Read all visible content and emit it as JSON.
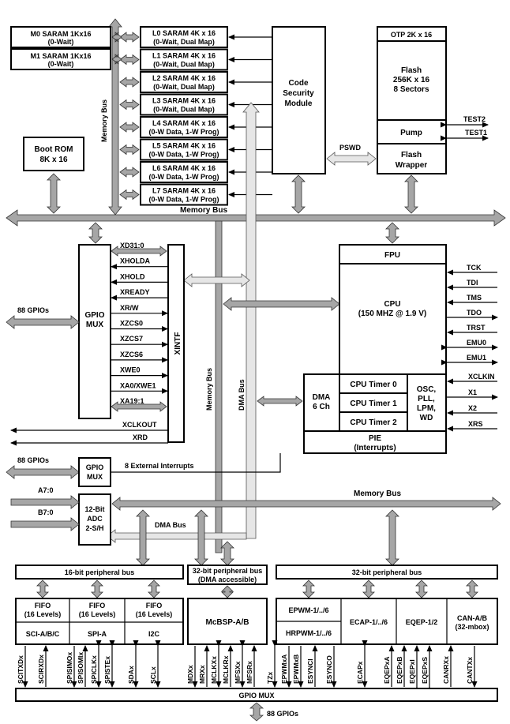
{
  "memory": {
    "m0": {
      "name": "M0 SARAM 1Kx16",
      "sub": "(0-Wait)"
    },
    "m1": {
      "name": "M1 SARAM 1Kx16",
      "sub": "(0-Wait)"
    },
    "l_blocks": [
      {
        "name": "L0 SARAM 4K x 16",
        "sub": "(0-Wait, Dual Map)"
      },
      {
        "name": "L1 SARAM 4K x 16",
        "sub": "(0-Wait, Dual Map)"
      },
      {
        "name": "L2 SARAM 4K x 16",
        "sub": "(0-Wait, Dual Map)"
      },
      {
        "name": "L3 SARAM 4K x 16",
        "sub": "(0-Wait, Dual Map)"
      },
      {
        "name": "L4 SARAM 4K x 16",
        "sub": "(0-W Data, 1-W Prog)"
      },
      {
        "name": "L5 SARAM 4K x 16",
        "sub": "(0-W Data, 1-W Prog)"
      },
      {
        "name": "L6 SARAM 4K x 16",
        "sub": "(0-W Data, 1-W Prog)"
      },
      {
        "name": "L7 SARAM 4K x 16",
        "sub": "(0-W Data, 1-W Prog)"
      }
    ],
    "boot_rom": {
      "name": "Boot ROM",
      "sub": "8K x 16"
    },
    "csm": {
      "line1": "Code",
      "line2": "Security",
      "line3": "Module"
    },
    "otp": "OTP 2K x 16",
    "flash": {
      "line1": "Flash",
      "line2": "256K x 16",
      "line3": "8 Sectors"
    },
    "pump": "Pump",
    "flash_wrapper": {
      "line1": "Flash",
      "line2": "Wrapper"
    },
    "pswd": "PSWD",
    "test2": "TEST2",
    "test1": "TEST1"
  },
  "buses": {
    "memory_bus": "Memory Bus",
    "dma_bus": "DMA Bus",
    "periph16": "16-bit peripheral bus",
    "periph32_dma": {
      "line1": "32-bit peripheral bus",
      "line2": "(DMA accessible)"
    },
    "periph32": "32-bit peripheral bus"
  },
  "gpio_mux": {
    "line1": "GPIO",
    "line2": "MUX"
  },
  "xintf": {
    "label": "XINTF",
    "signals": [
      "XD31:0",
      "XHOLDA",
      "XHOLD",
      "XREADY",
      "XR/W",
      "XZCS0",
      "XZCS7",
      "XZCS6",
      "XWE0",
      "XA0/XWE1",
      "XA19:1"
    ],
    "xclkout": "XCLKOUT",
    "xrd": "XRD"
  },
  "gpios": "88 GPIOs",
  "ext_interrupts": "8 External Interrupts",
  "cpu": {
    "fpu": "FPU",
    "line1": "CPU",
    "line2": "(150 MHZ @ 1.9 V)",
    "pins": [
      "TCK",
      "TDI",
      "TMS",
      "TDO",
      "TRST",
      "EMU0",
      "EMU1"
    ],
    "osc_pins": [
      "XCLKIN",
      "X1",
      "X2",
      "XRS"
    ],
    "timers": [
      "CPU Timer 0",
      "CPU Timer 1",
      "CPU Timer 2"
    ],
    "osc": {
      "line1": "OSC,",
      "line2": "PLL,",
      "line3": "LPM,",
      "line4": "WD"
    },
    "dma": {
      "line1": "DMA",
      "line2": "6 Ch"
    },
    "pie": {
      "line1": "PIE",
      "line2": "(Interrupts)"
    }
  },
  "adc": {
    "a_in": "A7:0",
    "b_in": "B7:0",
    "line1": "12-Bit",
    "line2": "ADC",
    "line3": "2-S/H"
  },
  "peripherals": {
    "fifo": {
      "line1": "FIFO",
      "line2": "(16 Levels)"
    },
    "sci": "SCI-A/B/C",
    "spi": "SPI-A",
    "i2c": "I2C",
    "mcbsp": "McBSP-A/B",
    "epwm": "EPWM-1/../6",
    "hrpwm": "HRPWM-1/../6",
    "ecap": "ECAP-1/../6",
    "eqep": "EQEP-1/2",
    "can": {
      "line1": "CAN-A/B",
      "line2": "(32-mbox)"
    }
  },
  "pins": [
    "SCITXDx",
    "SCIRXDx",
    "SPISIMOx",
    "SPISOMIx",
    "SPICLKx",
    "SPISTEx",
    "SDAx",
    "SCLx",
    "MDXx",
    "MRXx",
    "MCLKXx",
    "MCLKRx",
    "MFSXx",
    "MFSRx",
    "TZx",
    "EPWMxA",
    "EPWMxB",
    "ESYNCI",
    "ESYNCO",
    "ECAPx",
    "EQEPxA",
    "EQEPxB",
    "EQEPxI",
    "EQEPxS",
    "CANRXx",
    "CANTXx"
  ],
  "bottom": {
    "gpio_mux": "GPIO MUX",
    "gpios": "88 GPIOs"
  }
}
